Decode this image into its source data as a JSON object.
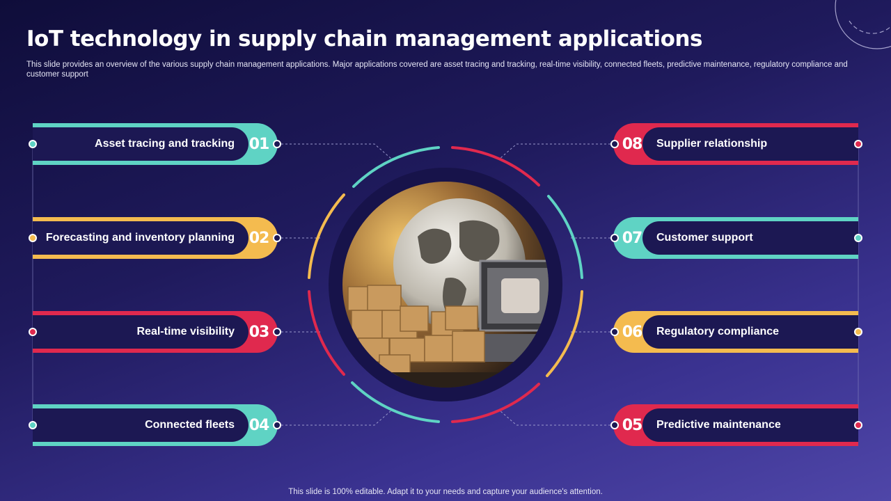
{
  "slide": {
    "title": "IoT technology in supply chain management applications",
    "subtitle": "This slide provides an overview of the various supply chain management applications. Major applications covered are asset tracing and tracking, real-time visibility, connected fleets, predictive maintenance, regulatory compliance and customer support",
    "footer": "This slide is 100% editable. Adapt it to your needs and capture your audience's attention."
  },
  "colors": {
    "teal": "#5fd3c4",
    "yellow": "#f4bb4f",
    "red": "#e0294e",
    "pill_inner": "#1c1853"
  },
  "left_items": [
    {
      "num": "01",
      "label": "Asset tracing and tracking",
      "color": "teal"
    },
    {
      "num": "02",
      "label": "Forecasting and inventory planning",
      "color": "yellow"
    },
    {
      "num": "03",
      "label": "Real-time visibility",
      "color": "red"
    },
    {
      "num": "04",
      "label": "Connected fleets",
      "color": "teal"
    }
  ],
  "right_items": [
    {
      "num": "08",
      "label": "Supplier relationship",
      "color": "red"
    },
    {
      "num": "07",
      "label": "Customer support",
      "color": "teal"
    },
    {
      "num": "06",
      "label": "Regulatory compliance",
      "color": "yellow"
    },
    {
      "num": "05",
      "label": "Predictive maintenance",
      "color": "red"
    }
  ],
  "center_image": "globe-with-boxes-and-truck-image"
}
